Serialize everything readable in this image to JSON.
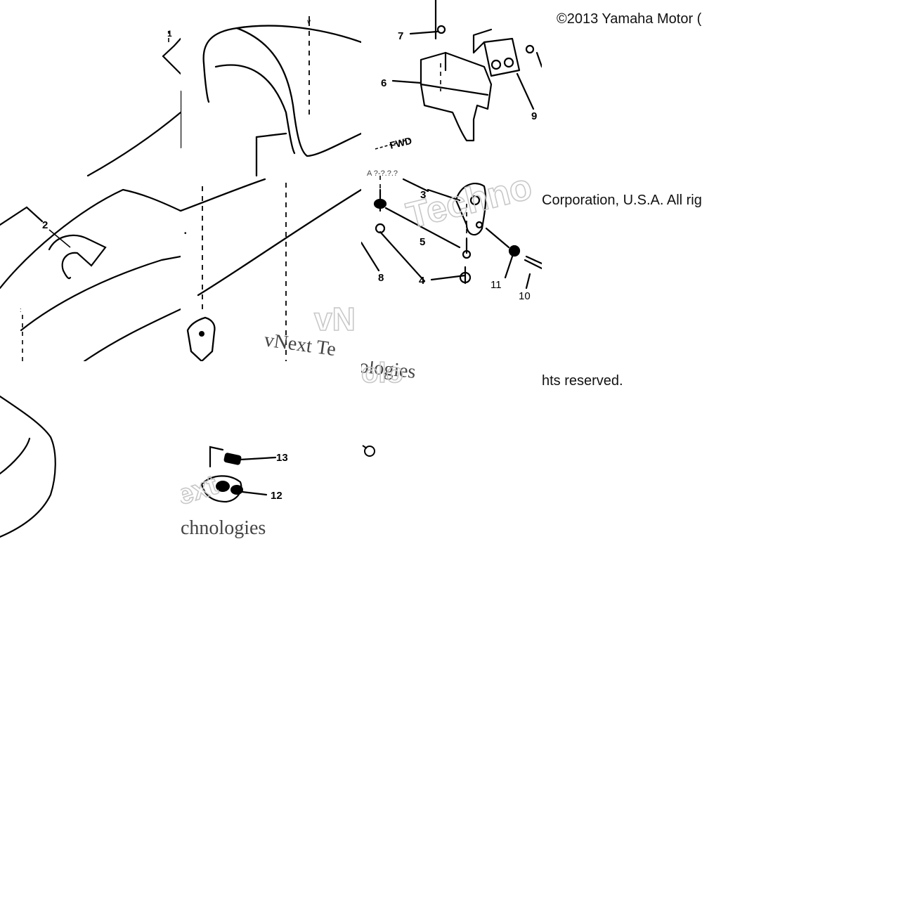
{
  "copyright": {
    "line1": "©2013 Yamaha Motor (",
    "line2": "Corporation, U.S.A. All rig",
    "line3": "hts reserved."
  },
  "watermark": {
    "a": "vNext Te",
    "b": "ologies",
    "c": "Techno",
    "d": "chnologies",
    "e": "ext"
  },
  "callouts": [
    "1",
    "2",
    "3",
    "4",
    "5",
    "6",
    "7",
    "8",
    "9",
    "10",
    "11",
    "12",
    "13"
  ],
  "stamps": {
    "fwd": "FWD",
    "note": "A ?-?.?.?"
  }
}
